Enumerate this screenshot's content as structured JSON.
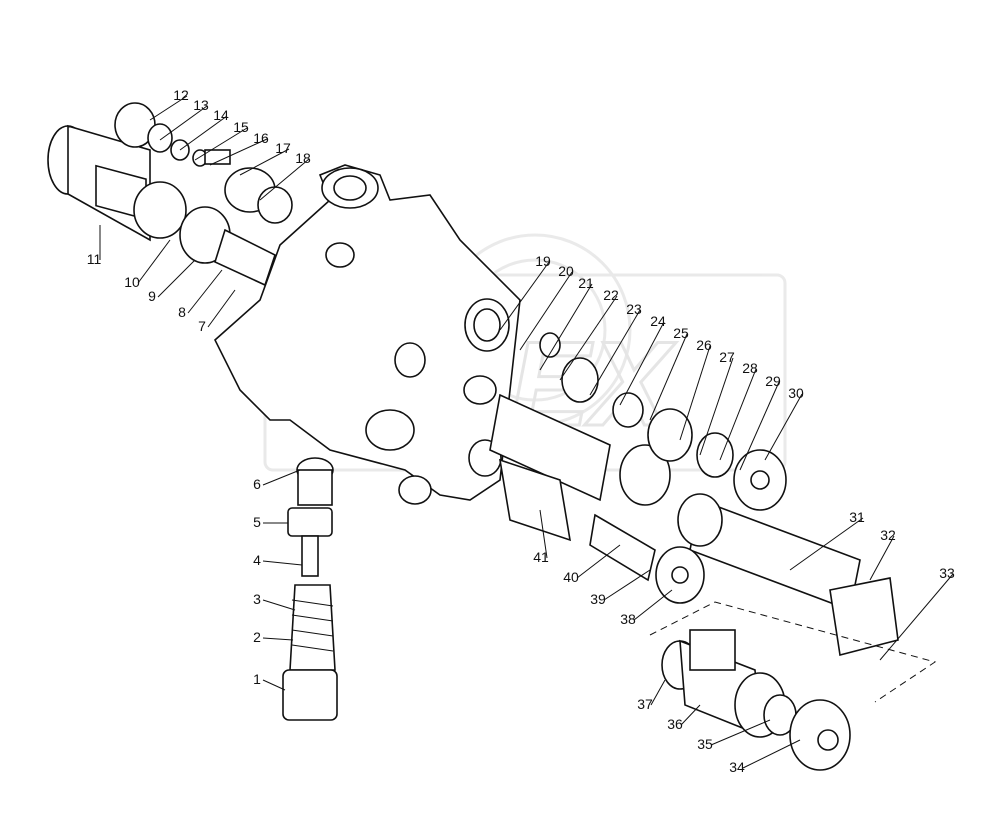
{
  "diagram": {
    "labels": [
      "1",
      "2",
      "3",
      "4",
      "5",
      "6",
      "7",
      "8",
      "9",
      "10",
      "11",
      "12",
      "13",
      "14",
      "15",
      "16",
      "17",
      "18",
      "19",
      "20",
      "21",
      "22",
      "23",
      "24",
      "25",
      "26",
      "27",
      "28",
      "29",
      "30",
      "31",
      "32",
      "33",
      "34",
      "35",
      "36",
      "37",
      "38",
      "39",
      "40",
      "41"
    ],
    "watermark": "OREX"
  }
}
